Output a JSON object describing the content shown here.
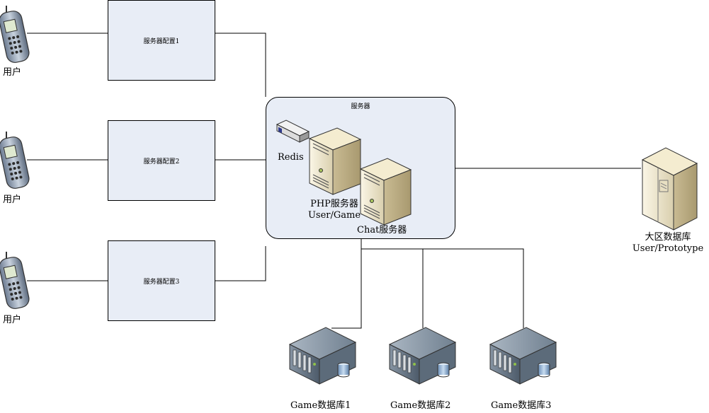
{
  "users": [
    {
      "label": "用户"
    },
    {
      "label": "用户"
    },
    {
      "label": "用户"
    }
  ],
  "configs": [
    {
      "label": "服务器配置1"
    },
    {
      "label": "服务器配置2"
    },
    {
      "label": "服务器配置3"
    }
  ],
  "server_group": {
    "title": "服务器",
    "redis_label": "Redis",
    "php_label_line1": "PHP服务器",
    "php_label_line2": "User/Game",
    "chat_label": "Chat服务器"
  },
  "region_db": {
    "line1": "大区数据库",
    "line2": "User/Prototype"
  },
  "game_dbs": [
    {
      "label": "Game数据库1"
    },
    {
      "label": "Game数据库2"
    },
    {
      "label": "Game数据库3"
    }
  ],
  "icons": {
    "phone": "mobile-phone-icon",
    "redis": "network-switch-icon",
    "php_server": "tower-server-icon",
    "chat_server": "tower-server-icon",
    "region_db": "database-server-icon",
    "game_db": "rack-database-server-icon"
  }
}
